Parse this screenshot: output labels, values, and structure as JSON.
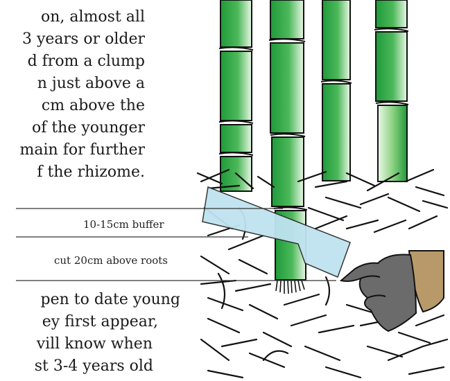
{
  "paragraph_top": [
    "on, almost all",
    "3 years or older",
    "d from a clump",
    "n just above a",
    "cm above the",
    "of the younger",
    "main for further",
    "f the rhizome."
  ],
  "paragraph_bottom": [
    "pen to date young",
    "ey first appear,",
    "vill know when",
    "st 3-4 years old"
  ],
  "callouts": {
    "buffer": "10-15cm buffer",
    "cut": "cut 20cm above roots"
  },
  "colors": {
    "bamboo_dark": "#1f9a3a",
    "bamboo_light": "#e9f6e4",
    "buffer_band": "#bfe3f0",
    "glove": "#6b6b6b",
    "cuff": "#b89a6a",
    "ink": "#111111"
  }
}
